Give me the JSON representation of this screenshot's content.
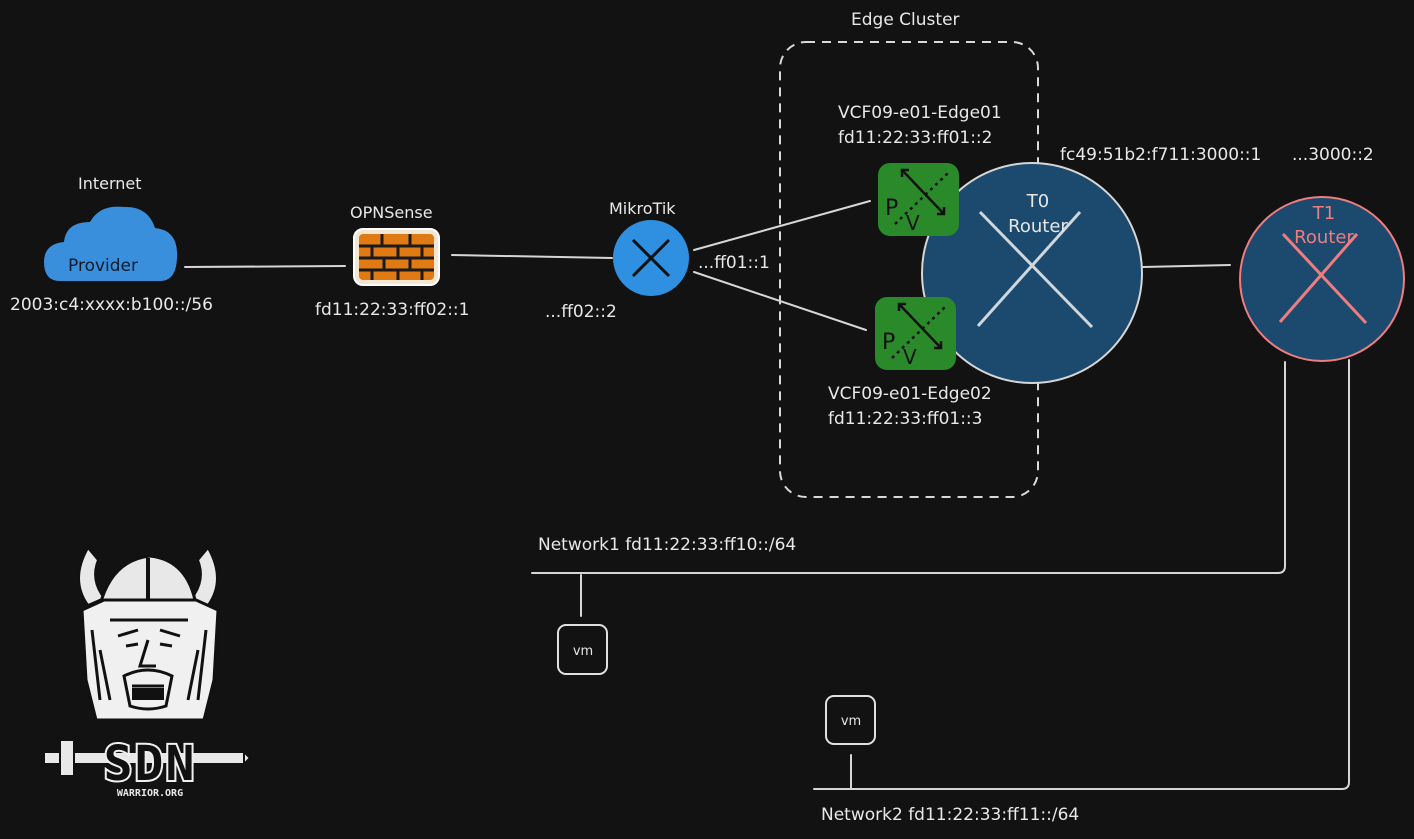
{
  "title": "Edge Cluster",
  "internet": {
    "heading": "Internet",
    "cloud_label": "Provider",
    "prefix": "2003:c4:xxxx:b100::/56"
  },
  "opnsense": {
    "heading": "OPNSense",
    "address": "fd11:22:33:ff02::1"
  },
  "mikrotik": {
    "heading": "MikroTik",
    "uplink_address": "...ff02::2",
    "downlink_address": "...ff01::1"
  },
  "edge01": {
    "name": "VCF09-e01-Edge01",
    "address": "fd11:22:33:ff01::2"
  },
  "edge02": {
    "name": "VCF09-e01-Edge02",
    "address": "fd11:22:33:ff01::3"
  },
  "edge_icon_letters": {
    "p": "P",
    "v": "V"
  },
  "t0": {
    "line1": "T0",
    "line2": "Router",
    "transit_address": "fc49:51b2:f711:3000::1"
  },
  "t1": {
    "line1": "T1",
    "line2": "Router",
    "transit_address": "...3000::2"
  },
  "network1": {
    "label": "Network1 fd11:22:33:ff10::/64",
    "vm_label": "vm"
  },
  "network2": {
    "label": "Network2 fd11:22:33:ff11::/64",
    "vm_label": "vm"
  },
  "logo": {
    "text": "SDN",
    "subtext": "WARRIOR.ORG"
  },
  "colors": {
    "background": "#121212",
    "line": "#d6d6d6",
    "cloud": "#3a8fdc",
    "firewall": "#e07a14",
    "mikrotik": "#2f8fe0",
    "edge_green": "#2a8a2a",
    "t0_fill": "#1b4a6e",
    "t1_fill": "#1b4a6e",
    "t1_accent": "#ee7d80"
  }
}
